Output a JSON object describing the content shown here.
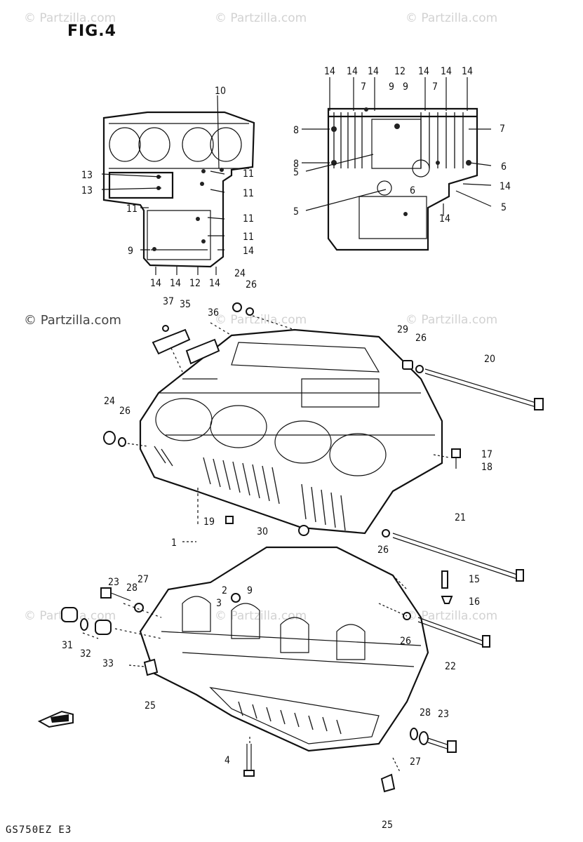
{
  "figure": {
    "title": "FIG.4",
    "footer_code": "GS750EZ E3"
  },
  "watermarks": {
    "text": "© Partzilla.com",
    "primary": "© Partzilla.com"
  },
  "colors": {
    "line": "#111111",
    "watermark": "#d2d2d2",
    "background": "#ffffff"
  },
  "callouts": [
    "10",
    "13",
    "13",
    "11",
    "9",
    "14",
    "14",
    "12",
    "14",
    "11",
    "11",
    "11",
    "11",
    "14",
    "24",
    "26",
    "14",
    "14",
    "14",
    "12",
    "9",
    "9",
    "14",
    "14",
    "14",
    "7",
    "7",
    "7",
    "8",
    "8",
    "5",
    "5",
    "6",
    "6",
    "14",
    "5",
    "14",
    "37",
    "35",
    "36",
    "29",
    "26",
    "20",
    "24",
    "26",
    "17",
    "18",
    "19",
    "30",
    "1",
    "21",
    "26",
    "15",
    "16",
    "23",
    "28",
    "27",
    "2",
    "3",
    "9",
    "31",
    "32",
    "33",
    "25",
    "26",
    "22",
    "28",
    "23",
    "27",
    "4",
    "25"
  ],
  "icons": {
    "direction_arrow": "front-direction-arrow-icon"
  }
}
